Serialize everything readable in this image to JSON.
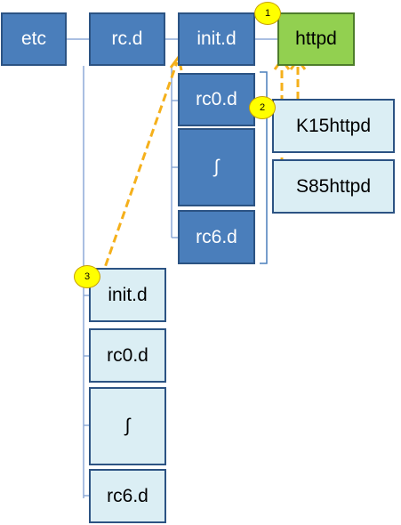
{
  "top_row": {
    "etc": "etc",
    "rcd": "rc.d",
    "initd": "init.d",
    "httpd": "httpd"
  },
  "rc_column": {
    "rc0": "rc0.d",
    "ellipsis": "∫",
    "rc6": "rc6.d"
  },
  "links": {
    "k15": "K15httpd",
    "s85": "S85httpd"
  },
  "etc_column": {
    "initd": "init.d",
    "rc0": "rc0.d",
    "ellipsis": "∫",
    "rc6": "rc6.d"
  },
  "badges": {
    "one": "1",
    "two": "2",
    "three": "3"
  },
  "colors": {
    "dark_box": "#4a7ebb",
    "light_box": "#dbeef4",
    "highlight_box": "#92d050",
    "arrow": "#f5b01b",
    "badge": "#ffff00"
  }
}
